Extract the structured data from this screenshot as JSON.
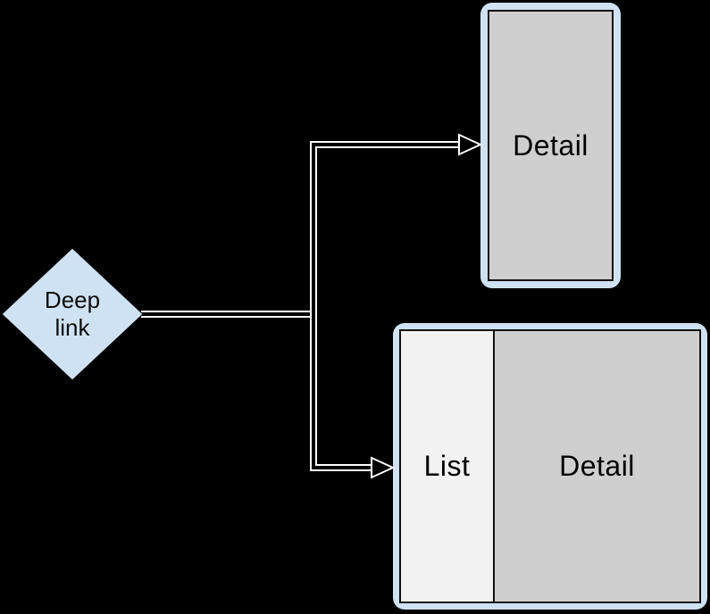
{
  "diagram": {
    "deep_link_node": {
      "label": "Deep link",
      "shape": "diamond",
      "fill": "#cfe2f3"
    },
    "detail_screen_node": {
      "label": "Detail",
      "device": "phone-frame",
      "screen_fill": "#cfcfcf"
    },
    "list_detail_screen_node": {
      "list_label": "List",
      "detail_label": "Detail",
      "device": "tablet-frame",
      "list_fill": "#f2f2f2",
      "detail_fill": "#cfcfcf"
    },
    "connectors": {
      "style": "hollow-double-line",
      "color": "#ffffff",
      "arrowhead": "hollow-triangle-right",
      "count": 2
    },
    "colors": {
      "background": "#000000",
      "frame_blue": "#cfe2f3",
      "screen_border": "#111111",
      "text": "#000000"
    }
  }
}
